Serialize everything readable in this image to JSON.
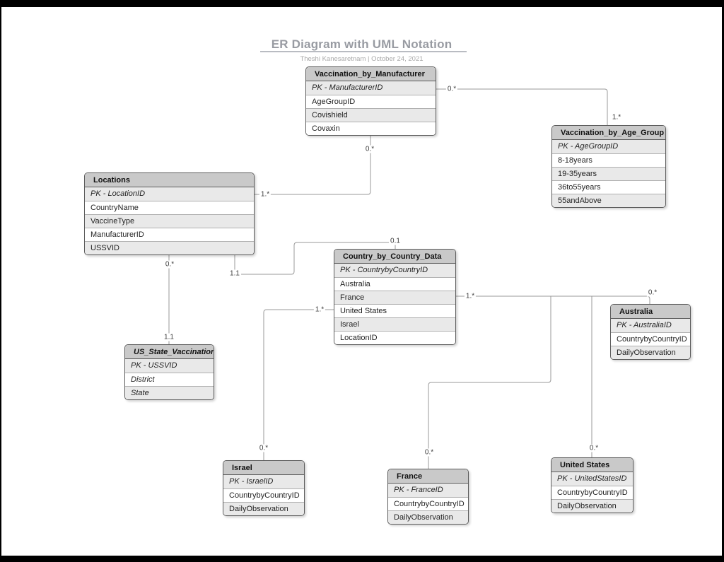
{
  "header": {
    "title": "ER Diagram with UML Notation",
    "subtitle": "Theshi Kanesaretnam  |  October 24, 2021"
  },
  "colors": {
    "entity_header_fill": "#c9c9c9",
    "entity_row_alt_fill": "#e9e9e9",
    "entity_border": "#5c5c5c",
    "connector_line": "#999999",
    "title_text": "#989ba2",
    "frame": "#000000"
  },
  "entities": {
    "vaccination_by_manufacturer": {
      "name": "Vaccination_by_Manufacturer",
      "rows": [
        "PK - ManufacturerID",
        "AgeGroupID",
        "Covishield",
        "Covaxin"
      ]
    },
    "vaccination_by_age_group": {
      "name": "Vaccination_by_Age_Group",
      "rows": [
        "PK - AgeGroupID",
        "8-18years",
        "19-35years",
        "36to55years",
        "55andAbove"
      ]
    },
    "locations": {
      "name": "Locations",
      "rows": [
        "PK - LocationID",
        "CountryName",
        "VaccineType",
        "ManufacturerID",
        "USSVID"
      ]
    },
    "country_by_country_data": {
      "name": "Country_by_Country_Data",
      "rows": [
        "PK - CountrybyCountryID",
        "Australia",
        "France",
        "United States",
        "Israel",
        "LocationID"
      ]
    },
    "us_state_vaccinations": {
      "name": "US_State_Vaccinations",
      "rows": [
        "PK - USSVID",
        "District",
        "State"
      ]
    },
    "israel": {
      "name": "Israel",
      "rows": [
        "PK - IsraelID",
        "CountrybyCountryID",
        "DailyObservation"
      ]
    },
    "france": {
      "name": "France",
      "rows": [
        "PK - FranceID",
        "CountrybyCountryID",
        "DailyObservation"
      ]
    },
    "united_states": {
      "name": "United States",
      "rows": [
        "PK - UnitedStatesID",
        "CountrybyCountryID",
        "DailyObservation"
      ]
    },
    "australia": {
      "name": "Australia",
      "rows": [
        "PK - AustraliaID",
        "CountrybyCountryID",
        "DailyObservation"
      ]
    }
  },
  "connectors": {
    "manufacturer_age_group": {
      "source_label": "0.*",
      "target_label": "1.*"
    },
    "manufacturer_locations": {
      "source_label": "0.*",
      "target_label": "1.*"
    },
    "locations_us_state": {
      "source_label": "0.*",
      "target_label": "1.1"
    },
    "locations_country": {
      "source_label": "1.1",
      "target_label": "0.1"
    },
    "country_israel": {
      "source_label": "1.*",
      "target_label": "0.*"
    },
    "country_australia": {
      "source_label": "1.*",
      "target_label": "0.*"
    },
    "country_france": {
      "target_label": "0.*"
    },
    "country_united_states": {
      "target_label": "0.*"
    }
  }
}
